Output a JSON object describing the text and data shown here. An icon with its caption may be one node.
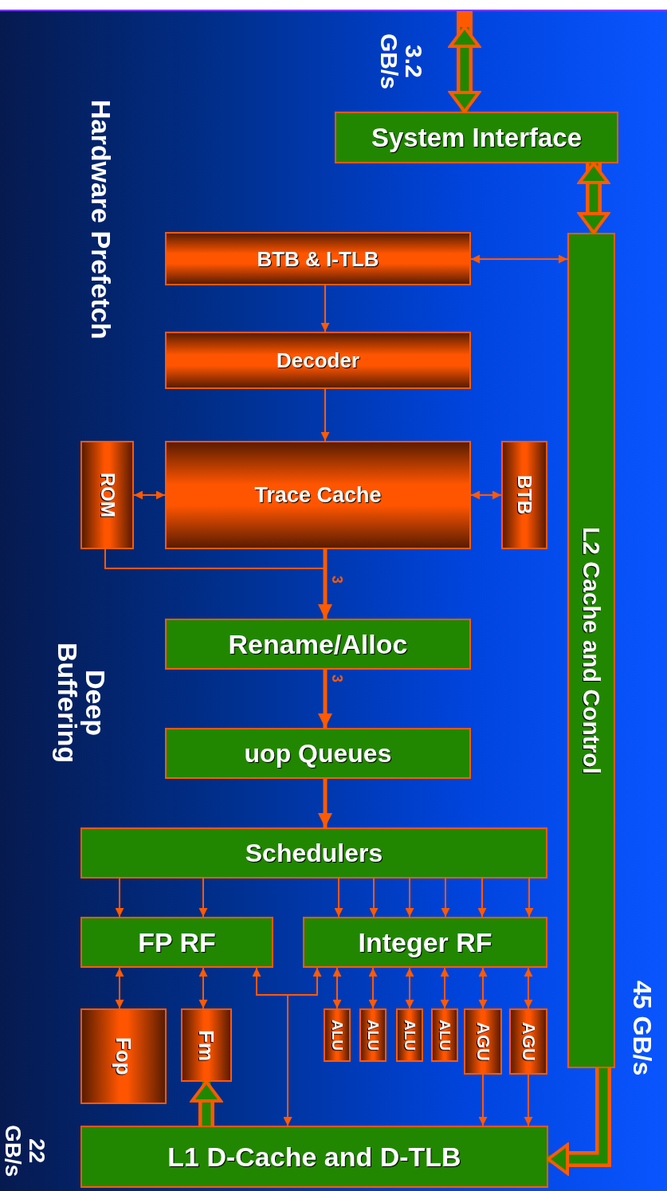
{
  "diagram": {
    "nodes": [
      {
        "text": [
          "System Interface"
        ]
      },
      {
        "text": [
          "L2 Cache and Control"
        ]
      },
      {
        "text": [
          "BTB & I-TLB"
        ]
      },
      {
        "text": [
          "Decoder"
        ]
      },
      {
        "text": [
          "ROM"
        ]
      },
      {
        "text": [
          "Trace Cache"
        ]
      },
      {
        "text": [
          "BTB"
        ]
      },
      {
        "text": [
          "Rename/Alloc"
        ]
      },
      {
        "text": [
          "uop Queues"
        ]
      },
      {
        "text": [
          "Schedulers"
        ]
      },
      {
        "text": [
          "FP RF"
        ]
      },
      {
        "text": [
          "Integer RF"
        ]
      },
      {
        "text": [
          "Fop"
        ]
      },
      {
        "text": [
          "Fm"
        ]
      },
      {
        "text": [
          "ALU"
        ]
      },
      {
        "text": [
          "ALU"
        ]
      },
      {
        "text": [
          "ALU"
        ]
      },
      {
        "text": [
          "ALU"
        ]
      },
      {
        "text": [
          "AGU"
        ]
      },
      {
        "text": [
          "AGU"
        ]
      },
      {
        "text": [
          "L1 D-Cache and D-TLB"
        ]
      }
    ],
    "edges": [
      {
        "from": null,
        "to": 0,
        "arrow": "both",
        "style": "thick",
        "color": "#208800"
      },
      {
        "from": 0,
        "to": 1,
        "arrow": "both",
        "style": "thick",
        "color": "#208800"
      },
      {
        "from": 2,
        "to": 1,
        "arrow": "both"
      },
      {
        "from": 2,
        "to": 3,
        "arrow": "to"
      },
      {
        "from": 3,
        "to": 5,
        "arrow": "to"
      },
      {
        "from": 4,
        "to": 5,
        "arrow": "both"
      },
      {
        "from": 5,
        "to": 6,
        "arrow": "both"
      },
      {
        "from": 5,
        "to": 7,
        "arrow": "to",
        "style": "thick",
        "label": "3"
      },
      {
        "from": 4,
        "to": 7,
        "arrow": "to"
      },
      {
        "from": 7,
        "to": 8,
        "arrow": "to",
        "style": "thick",
        "label": "3"
      },
      {
        "from": 8,
        "to": 9,
        "arrow": "to",
        "style": "thick"
      },
      {
        "from": 9,
        "to": 10,
        "arrow": "to"
      },
      {
        "from": 9,
        "to": 10,
        "arrow": "to"
      },
      {
        "from": 9,
        "to": 11,
        "arrow": "to"
      },
      {
        "from": 9,
        "to": 11,
        "arrow": "to"
      },
      {
        "from": 9,
        "to": 11,
        "arrow": "to"
      },
      {
        "from": 9,
        "to": 11,
        "arrow": "to"
      },
      {
        "from": 9,
        "to": 11,
        "arrow": "to"
      },
      {
        "from": 9,
        "to": 11,
        "arrow": "to"
      },
      {
        "from": 10,
        "to": 12,
        "arrow": "both"
      },
      {
        "from": 10,
        "to": 13,
        "arrow": "both"
      },
      {
        "from": 20,
        "to": 10,
        "arrow": "both"
      },
      {
        "from": 20,
        "to": 11,
        "arrow": "both"
      },
      {
        "from": 11,
        "to": 14,
        "arrow": "both"
      },
      {
        "from": 11,
        "to": 15,
        "arrow": "both"
      },
      {
        "from": 11,
        "to": 16,
        "arrow": "both"
      },
      {
        "from": 11,
        "to": 17,
        "arrow": "both"
      },
      {
        "from": 11,
        "to": 18,
        "arrow": "both"
      },
      {
        "from": 11,
        "to": 19,
        "arrow": "both"
      },
      {
        "from": 18,
        "to": 20,
        "arrow": "to"
      },
      {
        "from": 19,
        "to": 20,
        "arrow": "to"
      },
      {
        "from": 1,
        "to": 20,
        "arrow": "to",
        "style": "thick",
        "color": "#208800"
      },
      {
        "from": 20,
        "to": 13,
        "arrow": "to",
        "style": "thick",
        "color": "#208800"
      }
    ],
    "labels": [
      "3.2 GB/s",
      "Hardware Prefetch",
      "Deep Buffering",
      "45 GB/s",
      "22 GB/s"
    ]
  }
}
